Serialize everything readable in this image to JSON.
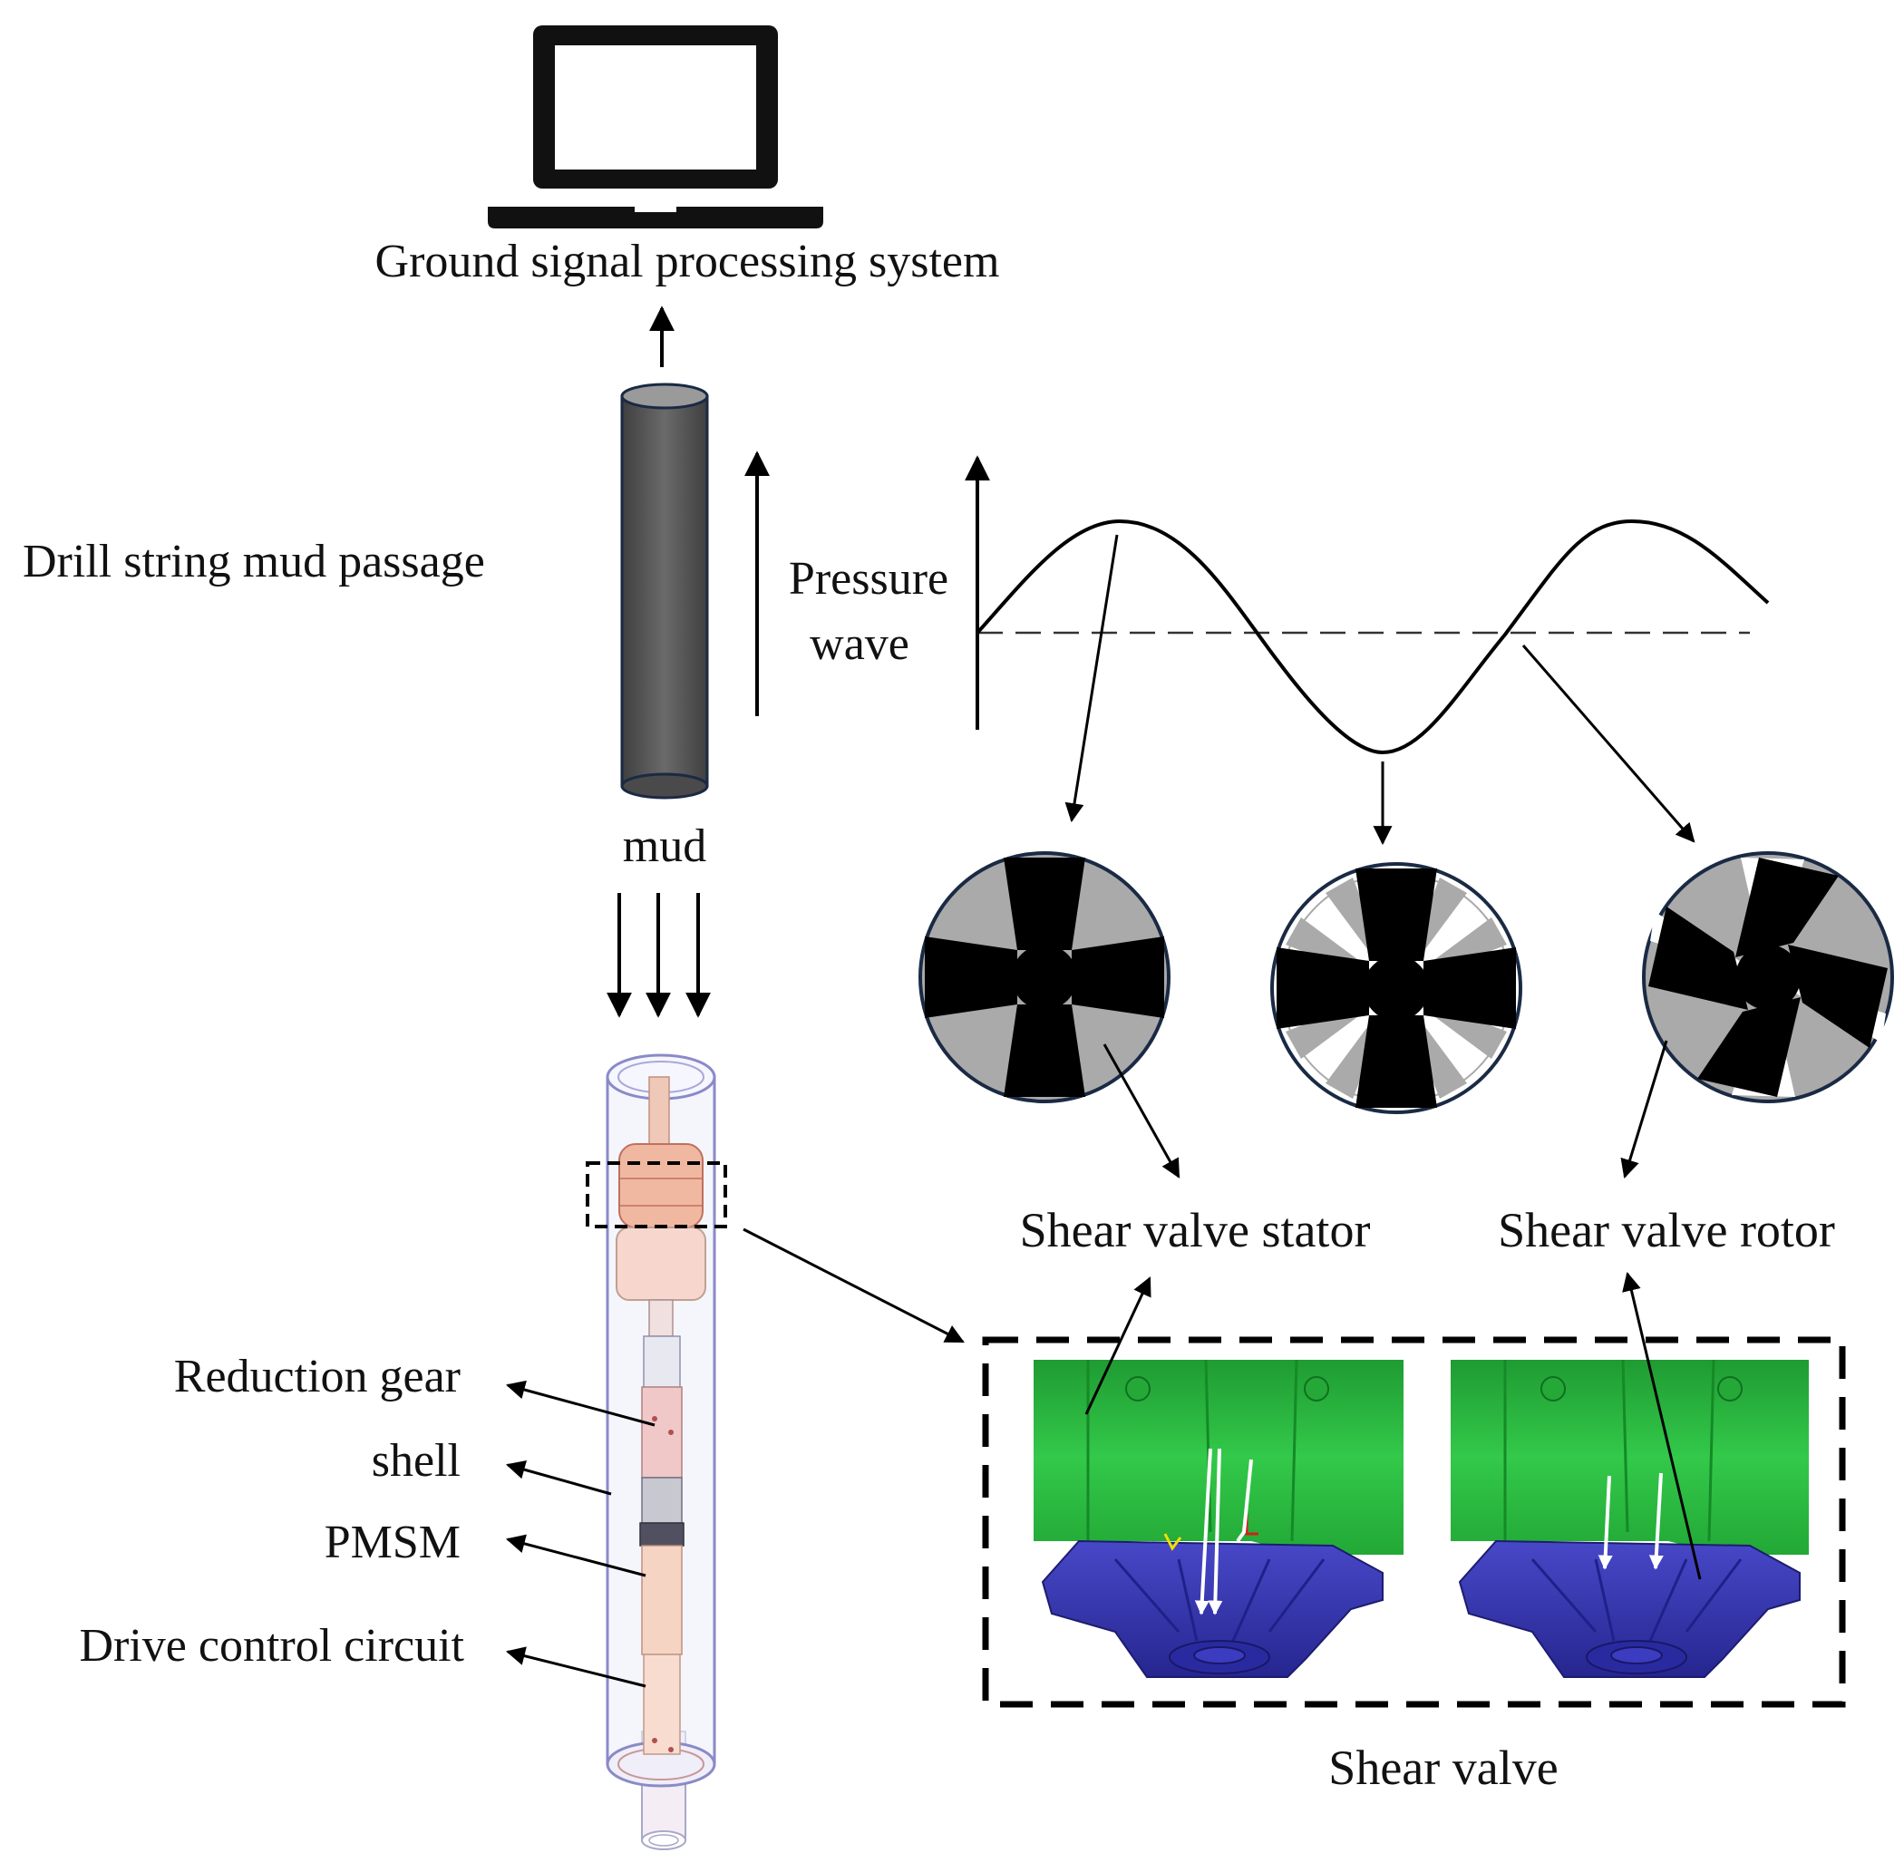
{
  "labels": {
    "ground_system": "Ground signal processing system",
    "drill_string": "Drill string mud passage",
    "pressure": "Pressure",
    "wave": "wave",
    "mud": "mud",
    "reduction_gear": "Reduction gear",
    "shell": "shell",
    "pmsm": "PMSM",
    "drive_control": "Drive control circuit",
    "stator": "Shear valve stator",
    "rotor": "Shear valve rotor",
    "shear_valve": "Shear valve"
  },
  "colors": {
    "pipe": "#5a5a5a",
    "valve_grey": "#aaaaaa",
    "valve_black": "#000000",
    "stator_green": "#22b83a",
    "rotor_blue": "#3a3ab0"
  }
}
